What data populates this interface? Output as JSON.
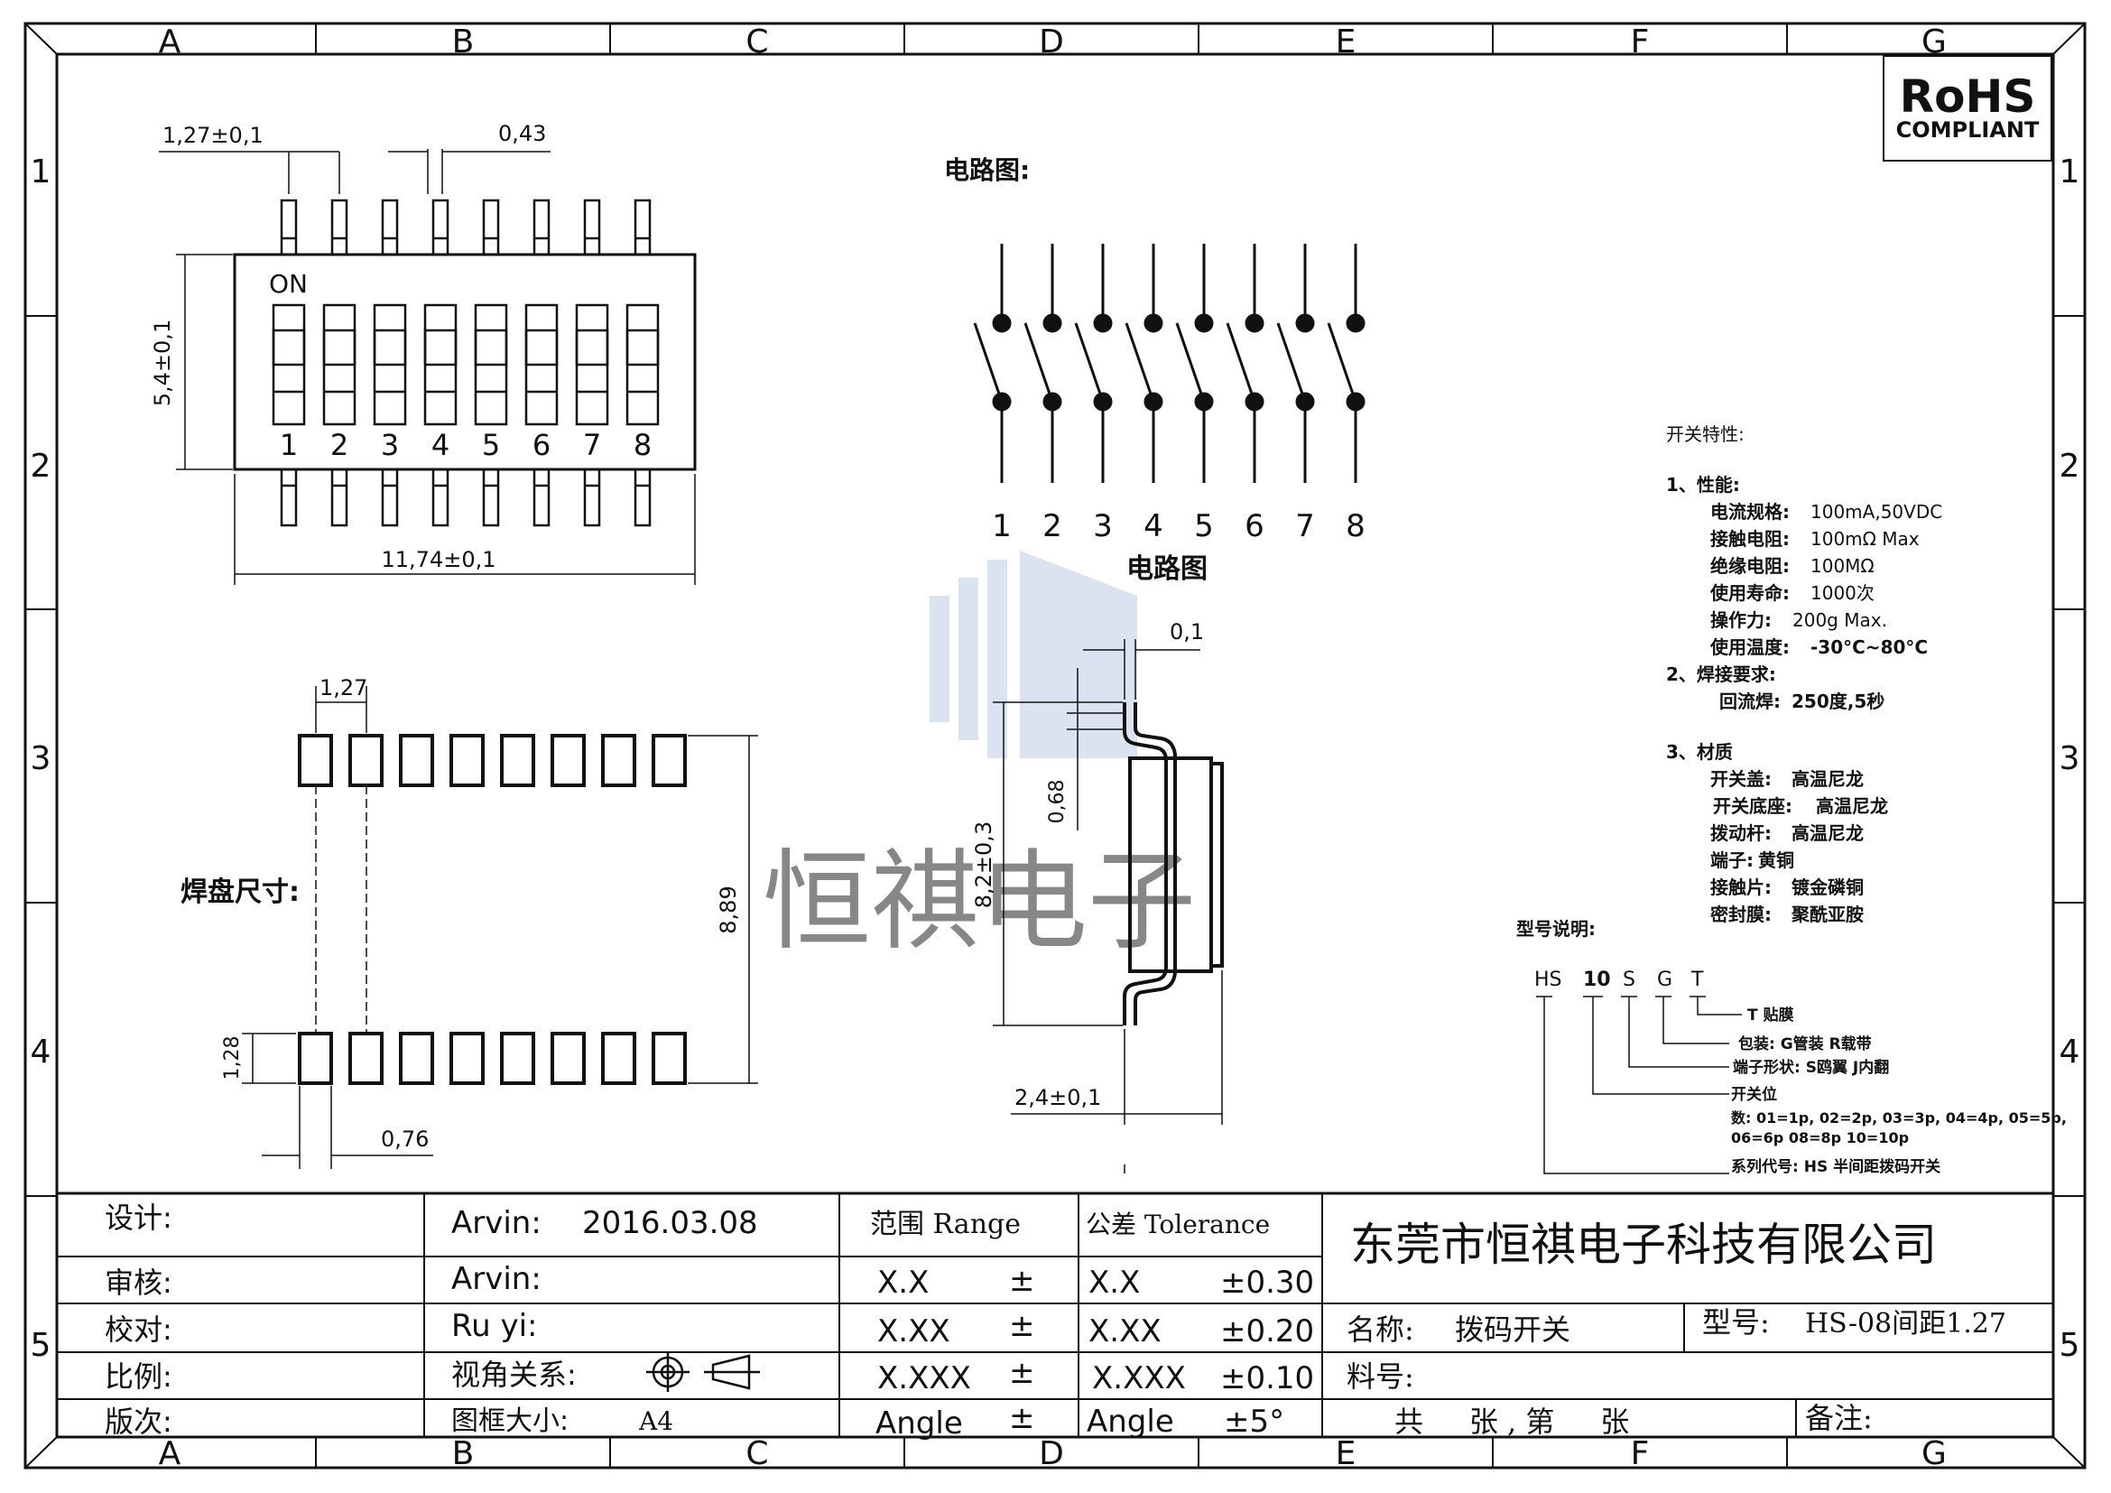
{
  "frame": {
    "cols": [
      "A",
      "B",
      "C",
      "D",
      "E",
      "F",
      "G"
    ],
    "rows": [
      "1",
      "2",
      "3",
      "4",
      "5"
    ]
  },
  "rohs": {
    "line1": "RoHS",
    "line2": "COMPLIANT",
    "color": "#1f7a2e"
  },
  "top_view": {
    "on_label": "ON",
    "switch_numbers": [
      "1",
      "2",
      "3",
      "4",
      "5",
      "6",
      "7",
      "8"
    ],
    "dim_pitch": "1,27±0,1",
    "dim_pin_width": "0,43",
    "dim_height": "5,4±0,1",
    "dim_width": "11,74±0,1"
  },
  "circuit": {
    "title_top": "电路图:",
    "title_bottom": "电路图",
    "numbers": [
      "1",
      "2",
      "3",
      "4",
      "5",
      "6",
      "7",
      "8"
    ]
  },
  "pad": {
    "label": "焊盘尺寸:",
    "dim_pitch": "1,27",
    "dim_span": "8,89",
    "dim_pad_h": "1,28",
    "dim_pad_w": "0,76"
  },
  "side_view": {
    "dim_thickness": "0,1",
    "dim_lead": "0,68",
    "dim_height": "8,2±0,3",
    "dim_width": "2,4±0,1"
  },
  "watermark": {
    "text": "恒祺电子",
    "color": "#b8c8e4"
  },
  "specs": {
    "title": "开关特性:",
    "s1": "1、性能:",
    "current_k": "电流规格:",
    "current_v": "100mA,50VDC",
    "contact_k": "接触电阻:",
    "contact_v": "100mΩ Max",
    "insul_k": "绝缘电阻:",
    "insul_v": "100MΩ",
    "life_k": "使用寿命:",
    "life_v": "1000次",
    "force_k": "操作力:",
    "force_v": "200g Max.",
    "temp_k": "使用温度:",
    "temp_v": "-30°C~80°C",
    "s2": "2、焊接要求:",
    "reflow_k": "回流焊:",
    "reflow_v": "250度,5秒",
    "s3": "3、材质",
    "cover_k": "开关盖:",
    "cover_v": "高温尼龙",
    "base_k": "开关底座:",
    "base_v": "高温尼龙",
    "lever_k": "拨动杆:",
    "lever_v": "高温尼龙",
    "term_k": "端子:",
    "term_v": "黄铜",
    "contactp_k": "接触片:",
    "contactp_v": "镀金磷铜",
    "seal_k": "密封膜:",
    "seal_v": "聚酰亚胺"
  },
  "model": {
    "title": "型号说明:",
    "c1": "HS",
    "c2": "10",
    "c3": "S",
    "c4": "G",
    "c5": "T",
    "l_t": "T 贴膜",
    "l_pack": "包装: G管装  R载带",
    "l_term": "端子形状: S鸥翼 J内翻",
    "l_pos": "开关位",
    "l_num1": "数: 01=1p, 02=2p, 03=3p, 04=4p, 05=5p,",
    "l_num2": "06=6p  08=8p  10=10p",
    "l_series": "系列代号: HS 半间距拨码开关"
  },
  "title_block": {
    "design_k": "设计:",
    "design_v1": "Arvin:",
    "design_v2": "2016.03.08",
    "review_k": "审核:",
    "review_v": "Arvin:",
    "check_k": "校对:",
    "check_v": "Ru  yi:",
    "scale_k": "比例:",
    "view_k": "视角关系:",
    "ver_k": "版次:",
    "size_k": "图框大小:",
    "size_v": "A4",
    "range_h": "范围 Range",
    "tol_h": "公差 Tolerance",
    "r1": "X.X",
    "r2": "X.XX",
    "r3": "X.XXX",
    "r4": "Angle",
    "pm": "±",
    "t1": "X.X",
    "t1v": "±0.30",
    "t2": "X.XX",
    "t2v": "±0.20",
    "t3": "X.XXX",
    "t3v": "±0.10",
    "t4": "Angle",
    "t4v": "±5°",
    "company": "东莞市恒祺电子科技有限公司",
    "name_k": "名称:",
    "name_v": "拨码开关",
    "model_k": "型号:",
    "model_v": "HS-08间距1.27",
    "material_k": "料号:",
    "sheets": "共     张 , 第     张",
    "remark_k": "备注:"
  }
}
